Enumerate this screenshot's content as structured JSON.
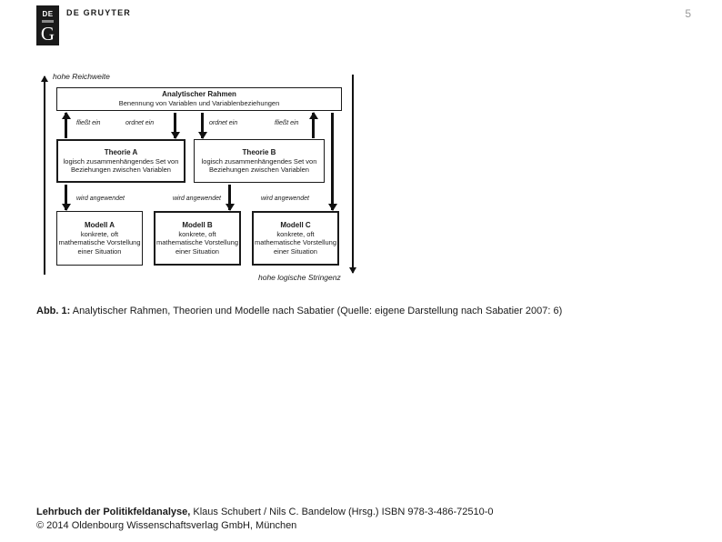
{
  "header": {
    "logo_de": "DE",
    "logo_g": "G",
    "publisher": "DE GRUYTER",
    "page_number": "5"
  },
  "diagram": {
    "left_axis_label": "hohe Reichweite",
    "right_axis_label": "hohe logische Stringenz",
    "rahmen": {
      "title": "Analytischer Rahmen",
      "body": "Benennung von Variablen und Variablenbeziehungen"
    },
    "theorie_a": {
      "title": "Theorie A",
      "body": "logisch zusammenhängendes Set von Beziehungen zwischen Variablen"
    },
    "theorie_b": {
      "title": "Theorie B",
      "body": "logisch zusammenhängendes Set von Beziehungen zwischen Variablen"
    },
    "modell_a": {
      "title": "Modell A",
      "body": "konkrete, oft mathematische Vorstellung einer Situation"
    },
    "modell_b": {
      "title": "Modell B",
      "body": "konkrete, oft mathematische Vorstellung einer Situation"
    },
    "modell_c": {
      "title": "Modell C",
      "body": "konkrete, oft mathematische Vorstellung einer Situation"
    },
    "labels": {
      "fliesst_ein_left": "fließt ein",
      "ordnet_ein_left": "ordnet ein",
      "ordnet_ein_right": "ordnet ein",
      "fliesst_ein_right": "fließt ein",
      "wird_angewendet_1": "wird angewendet",
      "wird_angewendet_2": "wird angewendet",
      "wird_angewendet_3": "wird angewendet"
    }
  },
  "caption": {
    "label": "Abb. 1:",
    "text": " Analytischer Rahmen, Theorien und Modelle nach Sabatier (Quelle: eigene Darstellung nach Sabatier 2007: 6)"
  },
  "footer": {
    "title": "Lehrbuch der Politikfeldanalyse,",
    "line1": " Klaus Schubert / Nils C. Bandelow (Hrsg.) ISBN 978-3-486-72510-0",
    "line2": "© 2014 Oldenbourg Wissenschaftsverlag GmbH, München"
  },
  "colors": {
    "ink": "#1a1a1a",
    "page_number_gray": "#999999",
    "logo_background": "#1a1a1a",
    "logo_divider_gray": "#8a8a8a"
  }
}
